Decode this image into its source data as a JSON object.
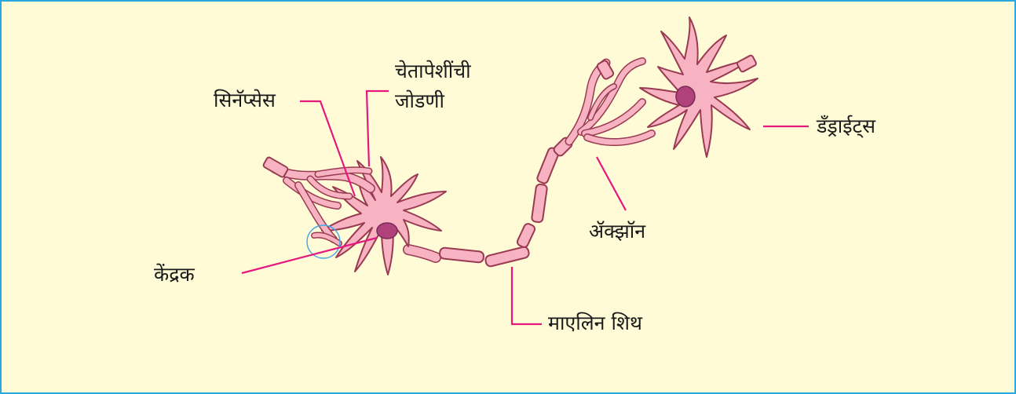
{
  "labels": {
    "synapse": "सिनॅप्सेस",
    "junction_line1": "चेतापेशींची",
    "junction_line2": "जोडणी",
    "nucleus": "केंद्रक",
    "myelin": "माएलिन शिथ",
    "axon": "ॲक्झॉन",
    "dendrites": "डॅंड्राईट्स"
  },
  "colors": {
    "background": "#fffbd6",
    "border": "#2aa9e0",
    "cell_fill": "#f7b3c2",
    "cell_outline": "#9a3a52",
    "nucleus": "#b0417a",
    "pointer_lines": "#e6187f",
    "highlight_circle": "#4aa8e8"
  }
}
